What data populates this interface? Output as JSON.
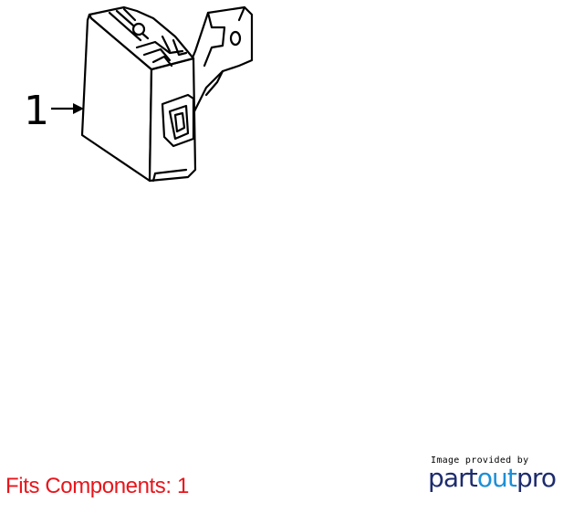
{
  "callout": {
    "number": "1"
  },
  "fits_components": "Fits Components: 1",
  "credit": {
    "provided_by": "Image provided by",
    "logo_part": "part",
    "logo_out": "out",
    "logo_pro": "pro"
  },
  "colors": {
    "fits_text": "#e8151b",
    "logo_dark": "#1e2c6e",
    "logo_accent": "#1c8fd6",
    "line": "#000000"
  }
}
